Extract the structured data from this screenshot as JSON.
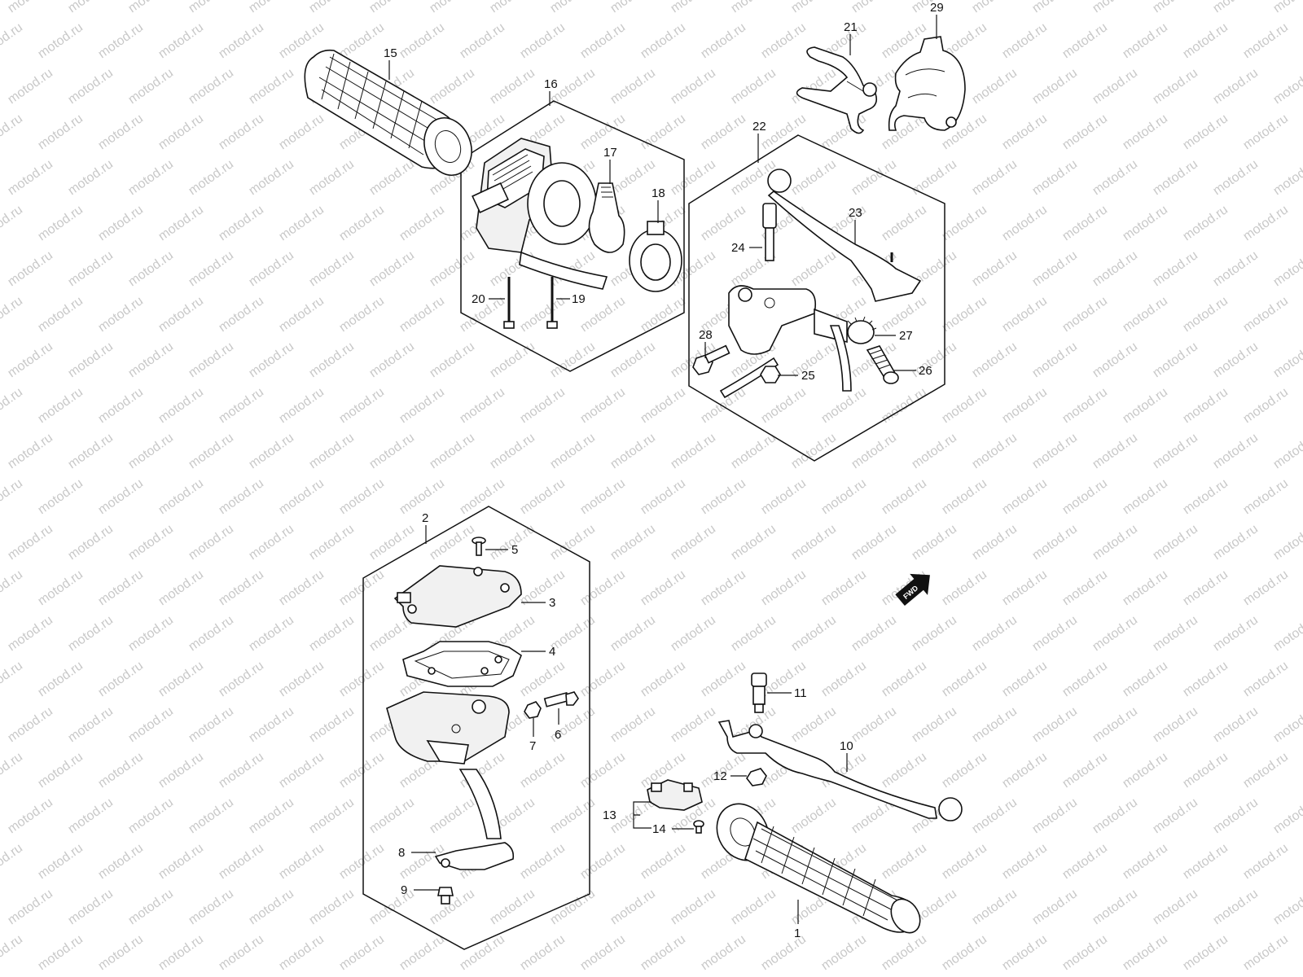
{
  "watermark": {
    "text": "motod.ru"
  },
  "colors": {
    "line": "#111111",
    "watermark": "#c9c9c9",
    "background": "#ffffff"
  },
  "fwd_badge": {
    "label": "FWD",
    "icon": "forward-arrow-icon"
  },
  "parts": [
    {
      "id": "p1",
      "number": "1",
      "name": "grip-right"
    },
    {
      "id": "p2",
      "number": "2",
      "name": "switch-assembly-group"
    },
    {
      "id": "p3",
      "number": "3",
      "name": "cover"
    },
    {
      "id": "p4",
      "number": "4",
      "name": "gasket"
    },
    {
      "id": "p5",
      "number": "5",
      "name": "screw"
    },
    {
      "id": "p6",
      "number": "6",
      "name": "bolt"
    },
    {
      "id": "p7",
      "number": "7",
      "name": "nut"
    },
    {
      "id": "p8",
      "number": "8",
      "name": "cable-plate"
    },
    {
      "id": "p9",
      "number": "9",
      "name": "screw"
    },
    {
      "id": "p10",
      "number": "10",
      "name": "brake-lever"
    },
    {
      "id": "p11",
      "number": "11",
      "name": "lever-bolt"
    },
    {
      "id": "p12",
      "number": "12",
      "name": "nut"
    },
    {
      "id": "p13",
      "number": "13",
      "name": "stop-switch"
    },
    {
      "id": "p14",
      "number": "14",
      "name": "screw"
    },
    {
      "id": "p15",
      "number": "15",
      "name": "grip-left"
    },
    {
      "id": "p16",
      "number": "16",
      "name": "handlebar-switch-group"
    },
    {
      "id": "p17",
      "number": "17",
      "name": "switch-lever"
    },
    {
      "id": "p18",
      "number": "18",
      "name": "holder"
    },
    {
      "id": "p19",
      "number": "19",
      "name": "screw"
    },
    {
      "id": "p20",
      "number": "20",
      "name": "screw"
    },
    {
      "id": "p21",
      "number": "21",
      "name": "parking-lever"
    },
    {
      "id": "p22",
      "number": "22",
      "name": "clutch-lever-group"
    },
    {
      "id": "p23",
      "number": "23",
      "name": "lever"
    },
    {
      "id": "p24",
      "number": "24",
      "name": "lever-bolt"
    },
    {
      "id": "p25",
      "number": "25",
      "name": "nut"
    },
    {
      "id": "p26",
      "number": "26",
      "name": "adjuster-bolt"
    },
    {
      "id": "p27",
      "number": "27",
      "name": "lock-nut"
    },
    {
      "id": "p28",
      "number": "28",
      "name": "bolt"
    },
    {
      "id": "p29",
      "number": "29",
      "name": "cover"
    }
  ]
}
